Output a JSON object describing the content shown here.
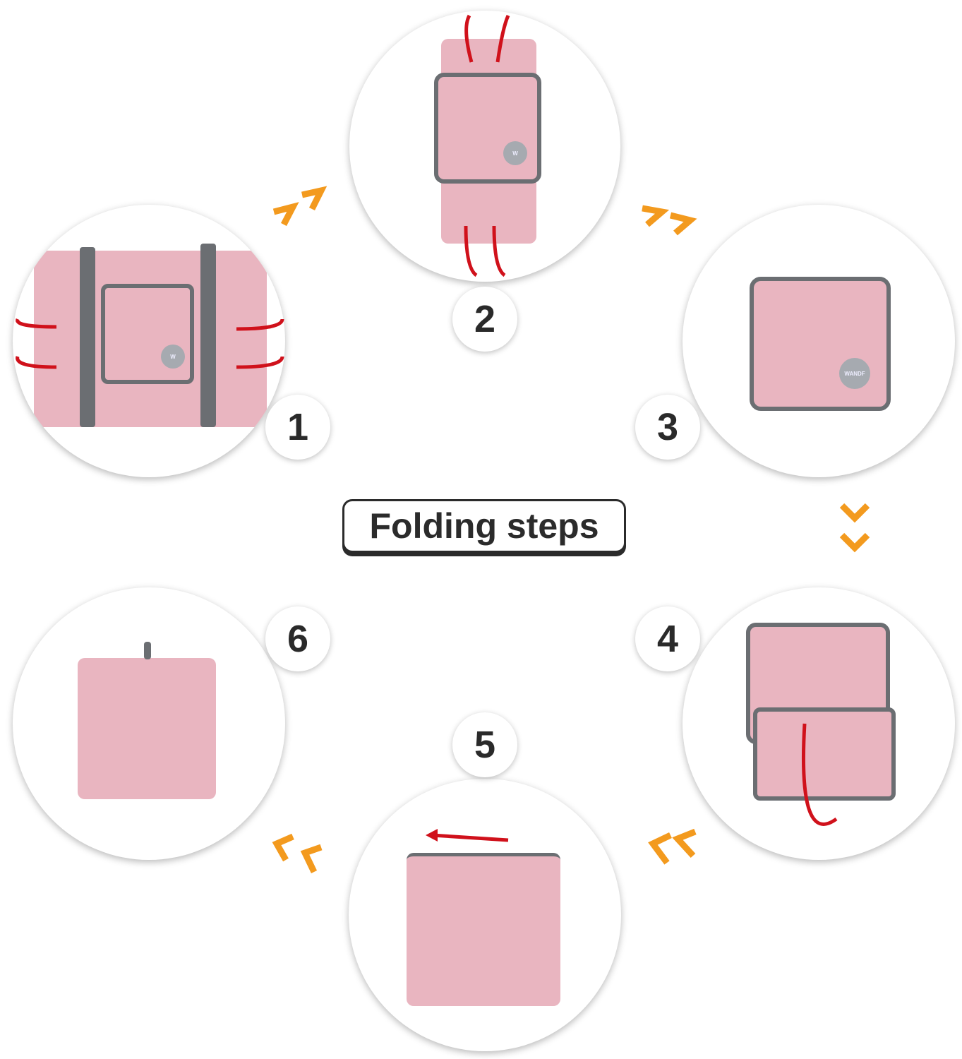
{
  "title": "Folding steps",
  "steps": [
    {
      "number": "1"
    },
    {
      "number": "2"
    },
    {
      "number": "3"
    },
    {
      "number": "4"
    },
    {
      "number": "5"
    },
    {
      "number": "6"
    }
  ],
  "brand_logo": "WANDF",
  "colors": {
    "bag_pink": "#e9b5c0",
    "trim_gray": "#6b6e72",
    "arrow_red": "#d0111b",
    "chevron_orange": "#f39a1e"
  }
}
